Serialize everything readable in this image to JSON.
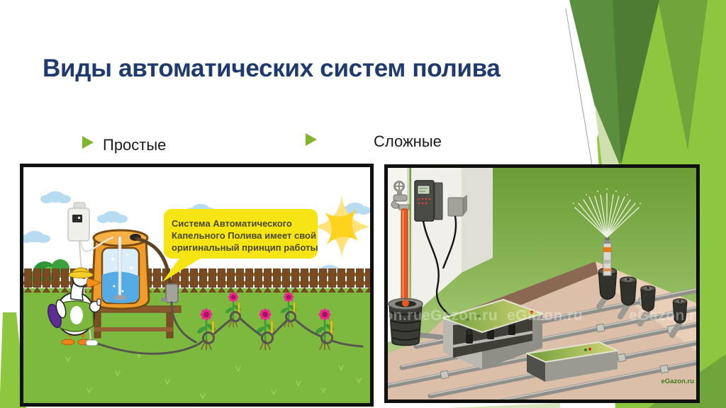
{
  "slide": {
    "title": "Виды автоматических систем полива",
    "bullets": [
      {
        "label": "Простые"
      },
      {
        "label": "Сложные"
      }
    ],
    "left_figure": {
      "bubble": {
        "line1": "Система Автоматического",
        "line2": "Капельного Полива имеет свой",
        "line3": "оригинальный принцип работы"
      }
    },
    "right_figure": {
      "watermark": "eGazon.ru",
      "credit": "eGazon.ru"
    },
    "colors": {
      "title": "#1f3a6e",
      "text": "#1b1b1b",
      "accent": "#7fb62e",
      "lime": "#8dc63f",
      "green_mid": "#6fa53a",
      "green_dark": "#5b8f3f",
      "green_deep": "#4e7c33",
      "green_pale": "#cfe0ae",
      "bubble": "#f6e414",
      "frame": "#101010"
    }
  }
}
